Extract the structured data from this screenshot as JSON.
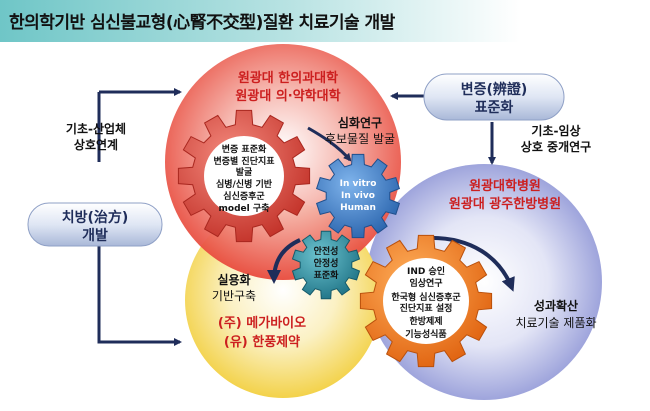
{
  "title": "한의학기반 심신불교형(心腎不交型)질환 치료기술 개발",
  "left": {
    "link1": "기초-산업체",
    "link2": "상호연계",
    "pill1": "치방(治方)",
    "pill2": "개발"
  },
  "right": {
    "pill1": "변증(辨證)",
    "pill2": "표준화",
    "link1": "기초-임상",
    "link2": "상호 중개연구"
  },
  "red_circle": {
    "line1": "원광대 한의과대학",
    "line2": "원광대 의·약학대학"
  },
  "blue_circle": {
    "line1": "원광대학병원",
    "line2": "원광대 광주한방병원"
  },
  "yellow_circle": {
    "line1": "(주) 메가바이오",
    "line2": "(유) 한풍제약"
  },
  "label_research": {
    "head": "심화연구",
    "sub": "후보물질 발굴"
  },
  "label_practical": {
    "head": "실용화",
    "sub": "기반구축"
  },
  "label_results": {
    "head": "성과확산",
    "sub": "치료기술 제품화"
  },
  "gear_red": [
    "변증 표준화",
    "변증별 진단지표",
    "발굴",
    "심병/신병 기반",
    "심신증후군",
    "model 구축"
  ],
  "gear_blue_small": [
    "In vitro",
    "In vivo",
    "Human"
  ],
  "gear_teal": [
    "안전성",
    "안정성",
    "표준화"
  ],
  "gear_orange": [
    "IND 승인",
    "임상연구",
    "한국형 심신증후군",
    "진단지표 설정",
    "한방제제",
    "기능성식품"
  ],
  "colors": {
    "red_circle": "#e84a3c",
    "blue_circle": "#8f96d6",
    "yellow_circle": "#f3d24a",
    "gear_red": "#d94a3f",
    "gear_blue": "#3b7fc9",
    "gear_teal": "#2e8fa3",
    "gear_orange": "#ee7d22",
    "navy": "#1f2d5a",
    "accent_red": "#cc1f1f"
  }
}
